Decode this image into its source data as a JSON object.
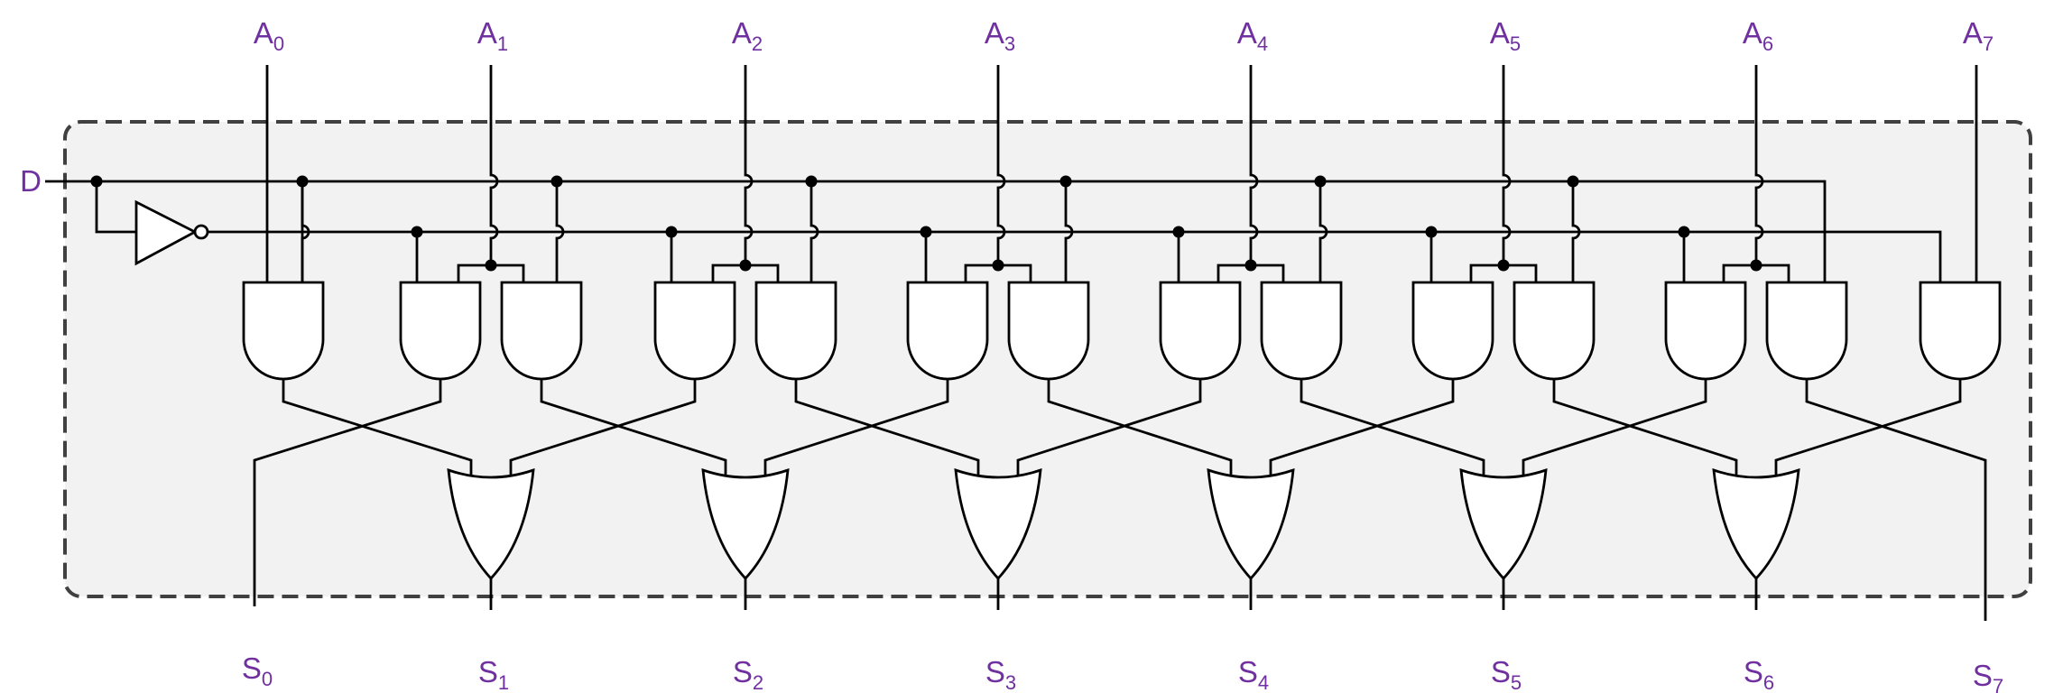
{
  "colors": {
    "label": "#7030a0",
    "wire": "#000000",
    "box_fill": "#f2f2f2",
    "box_border": "#404040",
    "gate_fill": "#ffffff"
  },
  "input_labels": [
    {
      "base": "A",
      "sub": "0"
    },
    {
      "base": "A",
      "sub": "1"
    },
    {
      "base": "A",
      "sub": "2"
    },
    {
      "base": "A",
      "sub": "3"
    },
    {
      "base": "A",
      "sub": "4"
    },
    {
      "base": "A",
      "sub": "5"
    },
    {
      "base": "A",
      "sub": "6"
    },
    {
      "base": "A",
      "sub": "7"
    }
  ],
  "output_labels": [
    {
      "base": "S",
      "sub": "0"
    },
    {
      "base": "S",
      "sub": "1"
    },
    {
      "base": "S",
      "sub": "2"
    },
    {
      "base": "S",
      "sub": "3"
    },
    {
      "base": "S",
      "sub": "4"
    },
    {
      "base": "S",
      "sub": "5"
    },
    {
      "base": "S",
      "sub": "6"
    },
    {
      "base": "S",
      "sub": "7"
    }
  ],
  "control_label": "D",
  "components": {
    "and_gate_count": 14,
    "or_gate_count": 6,
    "inverter_count": 1
  }
}
